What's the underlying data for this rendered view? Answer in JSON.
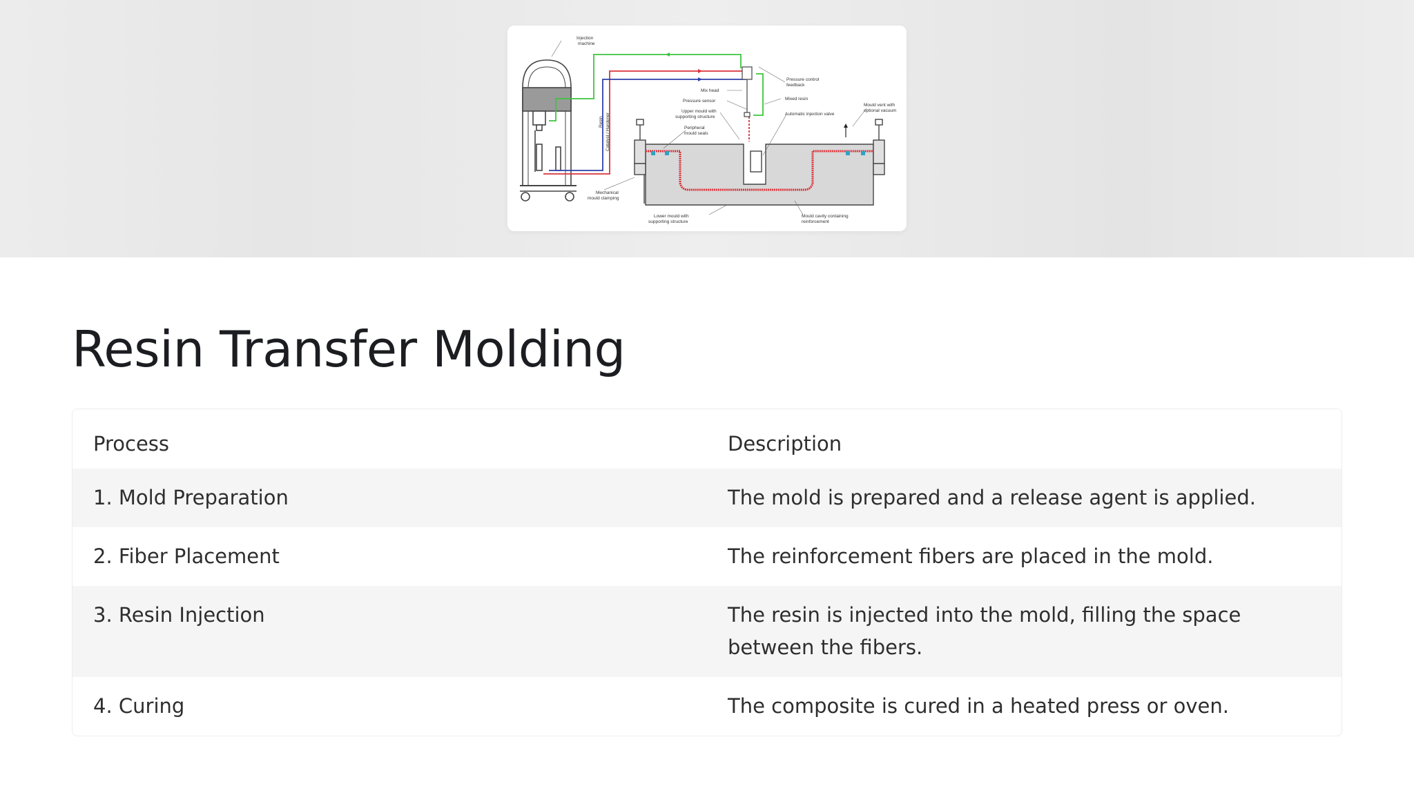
{
  "page": {
    "title": "Resin Transfer Molding"
  },
  "diagram": {
    "labels": {
      "injection_machine_1": "Injection",
      "injection_machine_2": "machine",
      "pressure_control_1": "Pressure control",
      "pressure_control_2": "feedback",
      "mix_head": "Mix head",
      "mixed_resin": "Mixed resin",
      "pressure_sensor": "Pressure sensor",
      "upper_mould_1": "Upper mould with",
      "upper_mould_2": "supporting structure",
      "auto_valve": "Automatic injection valve",
      "mould_vent_1": "Mould vent with",
      "mould_vent_2": "optional vacuum",
      "peripheral_1": "Peripheral",
      "peripheral_2": "mould seals",
      "resin_catalyst": "Resin",
      "catalyst_hardener": "Catalyst / Hardener",
      "mech_clamping_1": "Mechanical",
      "mech_clamping_2": "mould clamping",
      "lower_mould_1": "Lower mould with",
      "lower_mould_2": "supporting structure",
      "mould_cavity_1": "Mould cavity containing",
      "mould_cavity_2": "reinforcement"
    }
  },
  "table": {
    "headers": [
      "Process",
      "Description"
    ],
    "rows": [
      {
        "process": "1. Mold Preparation",
        "description": "The mold is prepared and a release agent is applied."
      },
      {
        "process": "2. Fiber Placement",
        "description": "The reinforcement fibers are placed in the mold."
      },
      {
        "process": "3. Resin Injection",
        "description": "The resin is injected into the mold, filling the space between the fibers."
      },
      {
        "process": "4. Curing",
        "description": "The composite is cured in a heated press or oven."
      }
    ]
  },
  "colors": {
    "hero_bg": "#e8e8e8",
    "title": "#1c1d21",
    "row_shade": "#f5f5f5",
    "resin_line": "#d9333a",
    "catalyst_line": "#2d3fa8",
    "feedback_line": "#3cc43c"
  }
}
